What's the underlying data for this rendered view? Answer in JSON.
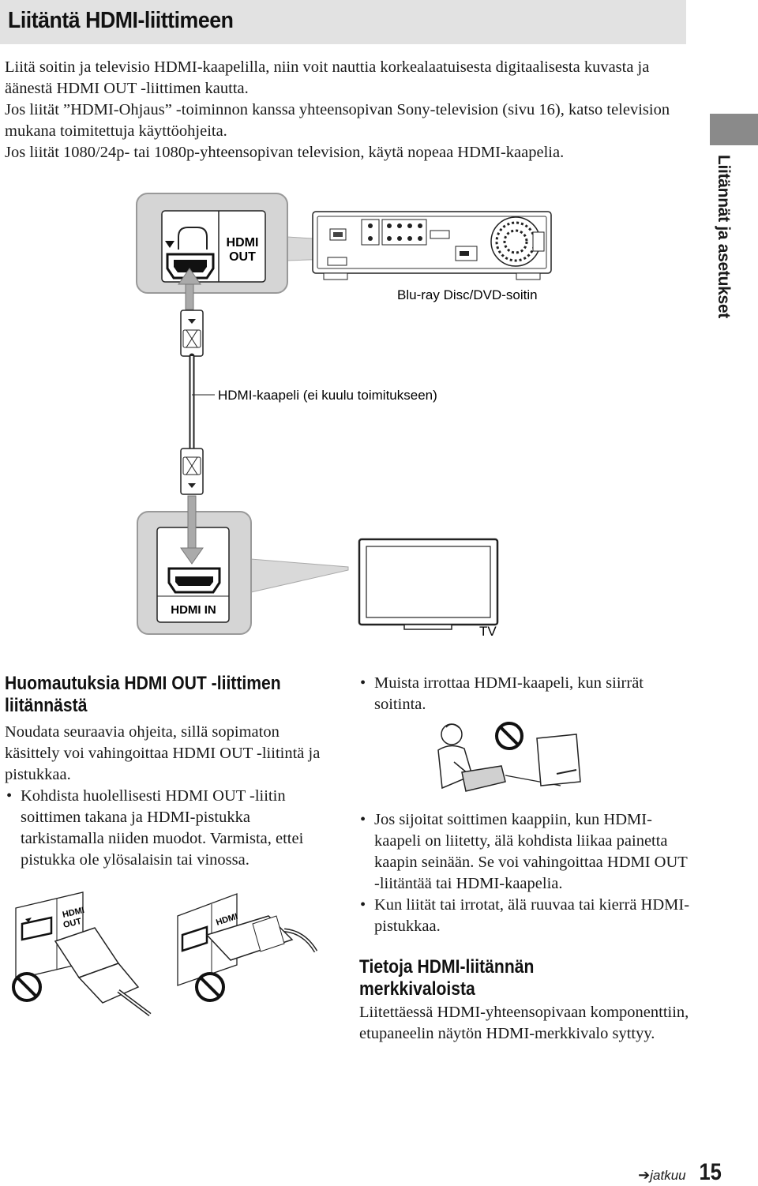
{
  "header": {
    "title": "Liitäntä HDMI-liittimeen"
  },
  "intro": {
    "lines": [
      "Liitä soitin ja televisio HDMI-kaapelilla, niin voit nauttia korkealaatuisesta digitaalisesta kuvasta ja äänestä HDMI OUT -liittimen kautta.",
      "Jos liität ”HDMI-Ohjaus” -toiminnon kanssa yhteensopivan Sony-television (sivu 16), katso television mukana toimitettuja käyttöohjeita.",
      "Jos liität 1080/24p- tai 1080p-yhteensopivan television, käytä nopeaa HDMI-kaapelia."
    ]
  },
  "side_tab": {
    "label": "Liitännät ja asetukset"
  },
  "diagram": {
    "hdmi_out_label_1": "HDMI",
    "hdmi_out_label_2": "OUT",
    "player_label": "Blu-ray Disc/DVD-soitin",
    "cable_label": "HDMI-kaapeli (ei kuulu toimitukseen)",
    "hdmi_in_label": "HDMI IN",
    "tv_label": "TV"
  },
  "notes_left": {
    "heading_1": "Huomautuksia HDMI OUT -liittimen",
    "heading_2": "liitännästä",
    "intro": "Noudata seuraavia ohjeita, sillä sopimaton käsittely voi vahingoittaa HDMI OUT -liitintä ja pistukkaa.",
    "bullet_1": "Kohdista huolellisesti HDMI OUT -liitin soittimen takana ja HDMI-pistukka tarkistamalla niiden muodot. Varmista, ettei pistukka ole ylösalaisin tai vinossa.",
    "fig_label_a1": "HDMI",
    "fig_label_a2": "OUT",
    "fig_label_b": "HDMI"
  },
  "notes_right": {
    "bullet_1": "Muista irrottaa HDMI-kaapeli, kun siirrät soitinta.",
    "bullet_2": "Jos sijoitat soittimen kaappiin, kun HDMI-kaapeli on liitetty, älä kohdista liikaa painetta kaapin seinään. Se voi vahingoittaa HDMI OUT -liitäntää tai HDMI-kaapelia.",
    "bullet_3": "Kun liität tai irrotat, älä ruuvaa tai kierrä HDMI-pistukkaa."
  },
  "indicator_section": {
    "heading": "Tietoja HDMI-liitännän merkkivaloista",
    "body": "Liitettäessä HDMI-yhteensopivaan komponenttiin, etupaneelin näytön HDMI-merkkivalo syttyy."
  },
  "footer": {
    "continued": "jatkuu",
    "page_number": "15"
  }
}
